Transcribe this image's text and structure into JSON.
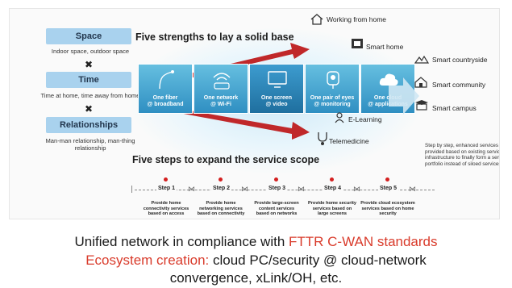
{
  "left": {
    "space": {
      "title": "Space",
      "text": "Indoor space, outdoor space"
    },
    "time": {
      "title": "Time",
      "text": "Time at home, time away from home"
    },
    "relationships": {
      "title": "Relationships",
      "text_line1": "Man-man relationship, man-thing",
      "text_line2": "relationship"
    },
    "times_symbol": "✖"
  },
  "headings": {
    "strengths": "Five strengths to lay a solid base",
    "steps": "Five steps to expand the service scope"
  },
  "strengths": [
    {
      "line1": "One fiber",
      "line2": "@ broadband",
      "icon": "fiber-icon"
    },
    {
      "line1": "One network",
      "line2": "@ Wi-Fi",
      "icon": "wifi-router-icon"
    },
    {
      "line1": "One screen",
      "line2": "@ video",
      "icon": "screen-icon"
    },
    {
      "line1": "One pair of eyes",
      "line2": "@ monitoring",
      "icon": "camera-icon"
    },
    {
      "line1": "One cloud",
      "line2": "@ applications",
      "icon": "cloud-icon"
    }
  ],
  "services": {
    "working_from_home": "Working from home",
    "smart_home": "Smart home",
    "e_learning": "E-Learning",
    "telemedicine": "Telemedicine",
    "smart_countryside": "Smart countryside",
    "smart_community": "Smart community",
    "smart_campus": "Smart campus"
  },
  "note": "Step by step, enhanced services are provided based on existing service infrastructure to finally form a service portfolio instead of siloed services.",
  "steps": [
    {
      "label": "Step 1",
      "desc_line1": "Provide home",
      "desc_line2": "connectivity services",
      "desc_line3": "based on access"
    },
    {
      "label": "Step 2",
      "desc_line1": "Provide home",
      "desc_line2": "networking services",
      "desc_line3": "based on connectivity"
    },
    {
      "label": "Step 3",
      "desc_line1": "Provide large-screen",
      "desc_line2": "content services",
      "desc_line3": "based on networks"
    },
    {
      "label": "Step 4",
      "desc_line1": "Provide home security",
      "desc_line2": "services based on",
      "desc_line3": "large screens"
    },
    {
      "label": "Step 5",
      "desc_line1": "Provide cloud ecosystem",
      "desc_line2": "services based on home",
      "desc_line3": "security"
    }
  ],
  "caption": {
    "line1_prefix": "Unified network in compliance with ",
    "line1_highlight": "FTTR C-WAN standards",
    "line2_highlight": "Ecosystem creation:",
    "line2_rest": " cloud PC/security @ cloud-network",
    "line3": "convergence, xLink/OH, etc."
  },
  "colors": {
    "accent_red": "#d93b2b",
    "box_blue": "#2f8fc2",
    "label_blue": "#a9d2ee"
  }
}
